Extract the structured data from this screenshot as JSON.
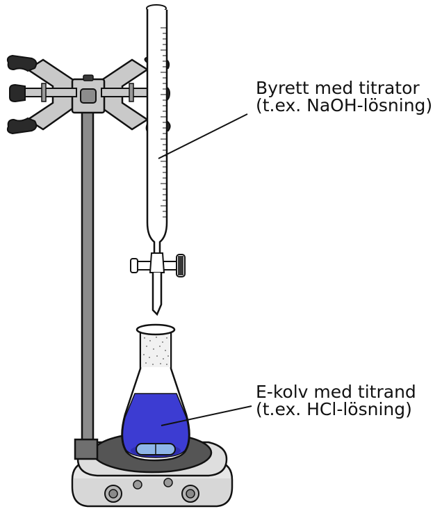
{
  "labels": {
    "burette": {
      "line1": "Byrett med titrator",
      "line2": "(t.ex. NaOH-lösning)"
    },
    "flask": {
      "line1": "E-kolv med titrand",
      "line2": "(t.ex. HCl-lösning)"
    }
  },
  "colors": {
    "outline": "#111111",
    "stand_metal": "#8c8c8c",
    "clamp_metal": "#c9c9c9",
    "rubber_grip": "#2a2a2a",
    "glass": "#ffffff",
    "titrand_liquid": "#3c3cd2",
    "stir_bar": "#8fb6e8",
    "hot_plate_top": "#555555",
    "hot_plate_body": "#e6e6e6"
  }
}
